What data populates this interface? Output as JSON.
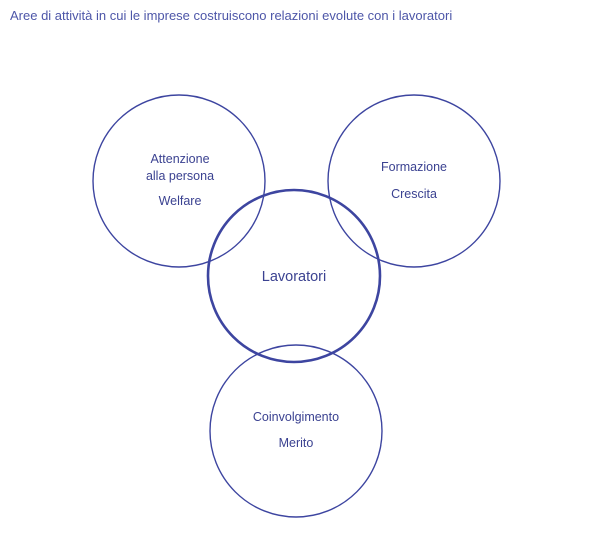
{
  "caption": "Aree di attività in cui le imprese costruiscono relazioni evolute con i lavoratori",
  "colors": {
    "stroke": "#3d45a0",
    "text": "#3b4291",
    "caption": "#4d56a8"
  },
  "center": {
    "label": "Lavoratori"
  },
  "nodes": [
    {
      "lines": [
        "Attenzione",
        "alla persona",
        "Welfare"
      ]
    },
    {
      "lines": [
        "Formazione",
        "Crescita"
      ]
    },
    {
      "lines": [
        "Coinvolgimento",
        "Merito"
      ]
    }
  ]
}
